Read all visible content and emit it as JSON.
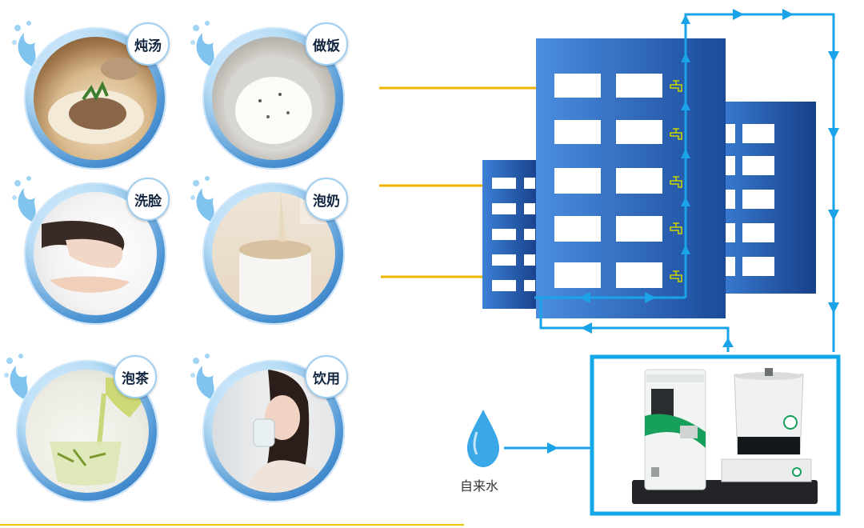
{
  "uses": [
    {
      "label": "炖汤",
      "icon": "soup-photo"
    },
    {
      "label": "做饭",
      "icon": "rice-photo"
    },
    {
      "label": "洗脸",
      "icon": "face-wash-photo"
    },
    {
      "label": "泡奶",
      "icon": "milk-photo"
    },
    {
      "label": "泡茶",
      "icon": "tea-photo"
    },
    {
      "label": "饮用",
      "icon": "drinking-photo"
    }
  ],
  "source": {
    "label": "自来水",
    "icon": "water-drop-icon"
  },
  "colors": {
    "pipe": "#1aa3e8",
    "building": "#2f6cc4",
    "connector": "#f0b400",
    "faucet": "#c9d400",
    "frame": "#13a8e8"
  }
}
